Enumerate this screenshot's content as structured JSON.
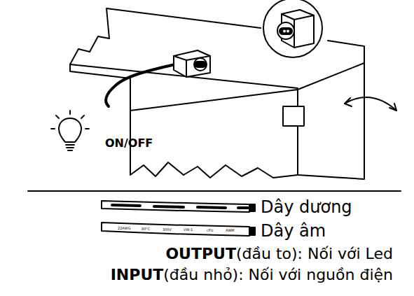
{
  "diagram": {
    "labels": [
      "ON/OFF",
      "Dây dương",
      "Dây âm",
      "22AWG",
      "80°C",
      "300V",
      "VW-1",
      "cFU",
      "AWM",
      "OUTPUT",
      "(đầu to): Nối với Led",
      "INPUT",
      "(đầu nhỏ): Nối với nguồn điện"
    ]
  }
}
